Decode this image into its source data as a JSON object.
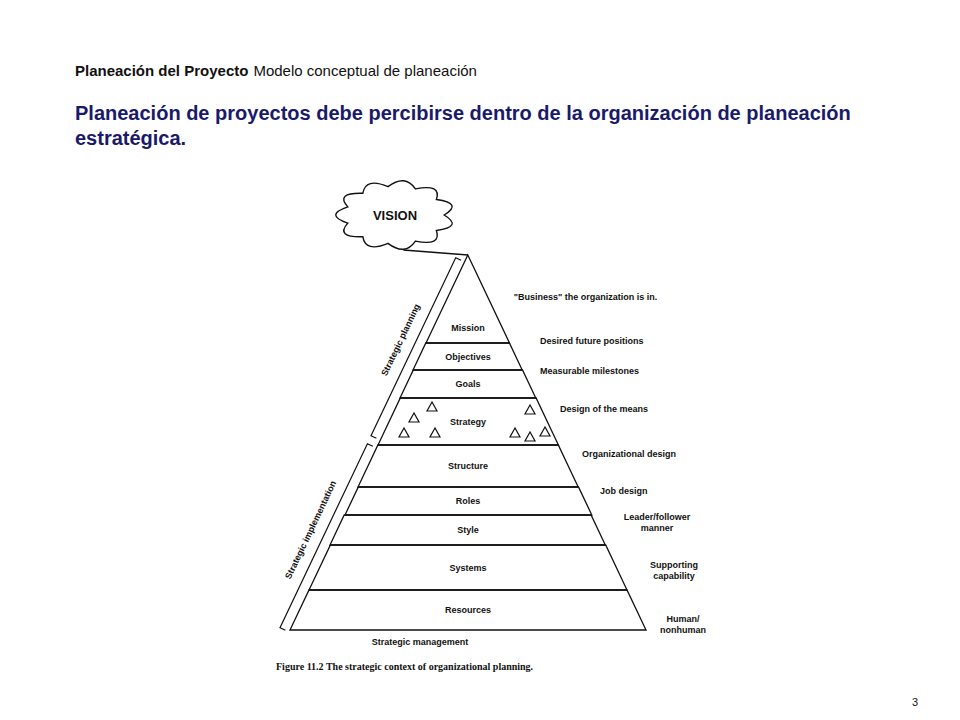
{
  "diagram": {
    "title": "Planeación de proyectos debe percibirse dentro de la organización de planeación estratégica.",
    "caption": "Figure 11.2 The strategic context of organizational planning.",
    "nodes": [
      {
        "text": [
          "VISION"
        ]
      },
      {
        "text": [
          "Mission"
        ]
      },
      {
        "text": [
          "Objectives"
        ]
      },
      {
        "text": [
          "Goals"
        ]
      },
      {
        "text": [
          "Strategy"
        ]
      },
      {
        "text": [
          "Structure"
        ]
      },
      {
        "text": [
          "Roles"
        ]
      },
      {
        "text": [
          "Style"
        ]
      },
      {
        "text": [
          "Systems"
        ]
      },
      {
        "text": [
          "Resources"
        ]
      }
    ],
    "edges": [
      {
        "from": 0,
        "to": 1,
        "arrow": "none"
      }
    ],
    "labels": [
      "Planeación del Proyecto",
      "Modelo conceptual de planeación",
      "Strategic planning",
      "Strategic implementation",
      "\"Business\" the organization is in.",
      "Desired future positions",
      "Measurable milestones",
      "Design of the means",
      "Organizational design",
      "Job design",
      "Leader/follower manner",
      "Supporting capability",
      "Human/ nonhuman",
      "Strategic management",
      "3"
    ]
  }
}
